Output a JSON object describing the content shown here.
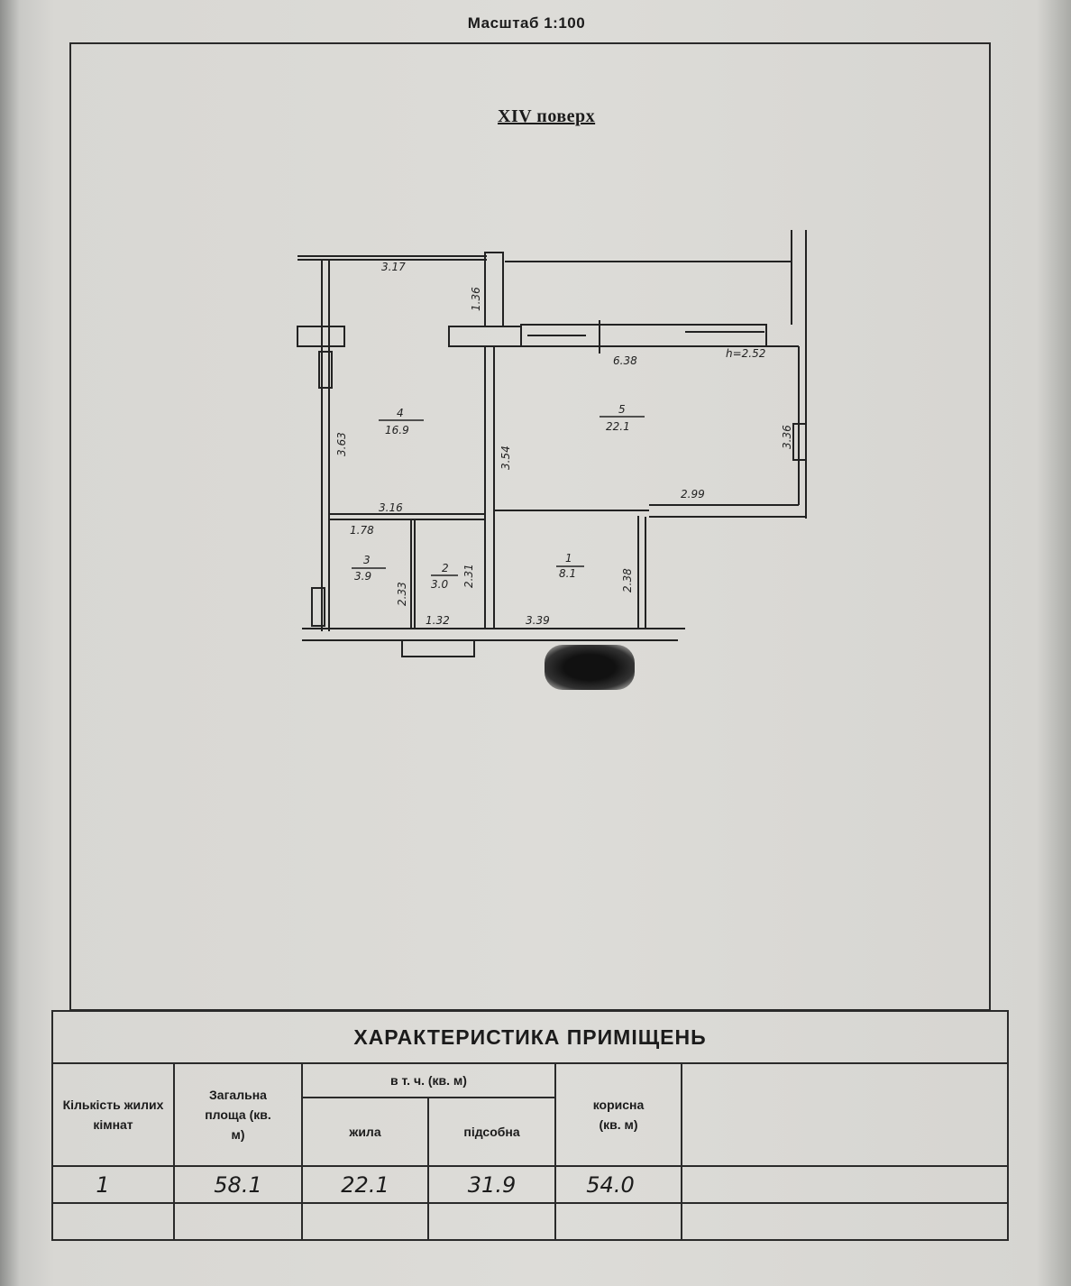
{
  "header": {
    "scale": "Масштаб 1:100",
    "floor": "XIV поверх"
  },
  "plan": {
    "rooms": [
      {
        "number": "1",
        "area": "8.1"
      },
      {
        "number": "2",
        "area": "3.0"
      },
      {
        "number": "3",
        "area": "3.9"
      },
      {
        "number": "4",
        "area": "16.9"
      },
      {
        "number": "5",
        "area": "22.1"
      }
    ],
    "dimensions": {
      "d317": "3.17",
      "d136": "1.36",
      "d638": "6.38",
      "height": "h=2.52",
      "d363": "3.63",
      "d354": "3.54",
      "d336": "3.36",
      "d299": "2.99",
      "d316": "3.16",
      "d178": "1.78",
      "d233": "2.33",
      "d231": "2.31",
      "d238": "2.38",
      "d132": "1.32",
      "d339": "3.39"
    }
  },
  "table": {
    "title": "ХАРАКТЕРИСТИКА ПРИМІЩЕНЬ",
    "headers": {
      "rooms": "Кількість жилих кімнат",
      "total": "Загальна площа (кв. м)",
      "incl": "в т. ч. (кв. м)",
      "living": "жила",
      "auxiliary": "підсобна",
      "useful": "корисна (кв. м)"
    },
    "row": {
      "rooms": "1",
      "total": "58.1",
      "living": "22.1",
      "auxiliary": "31.9",
      "useful": "54.0"
    }
  }
}
